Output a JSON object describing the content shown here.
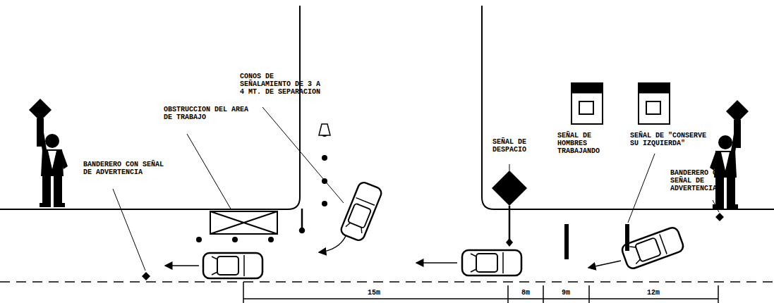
{
  "diagram": {
    "labels": [
      "BANDERERO CON SEÑAL DE ADVERTENCIA",
      "OBSTRUCCION DEL AREA DE TRABAJO",
      "CONOS DE SEÑALAMIENTO DE 3 A 4 MT. DE SEPARACION",
      "SEÑAL DE DESPACIO",
      "SEÑAL DE HOMBRES TRABAJANDO",
      "SEÑAL DE \"CONSERVE SU IZQUIERDA\"",
      "BANDERERO CON SEÑAL DE ADVERTENCIA",
      "15m",
      "8m",
      "9m",
      "12m"
    ]
  }
}
